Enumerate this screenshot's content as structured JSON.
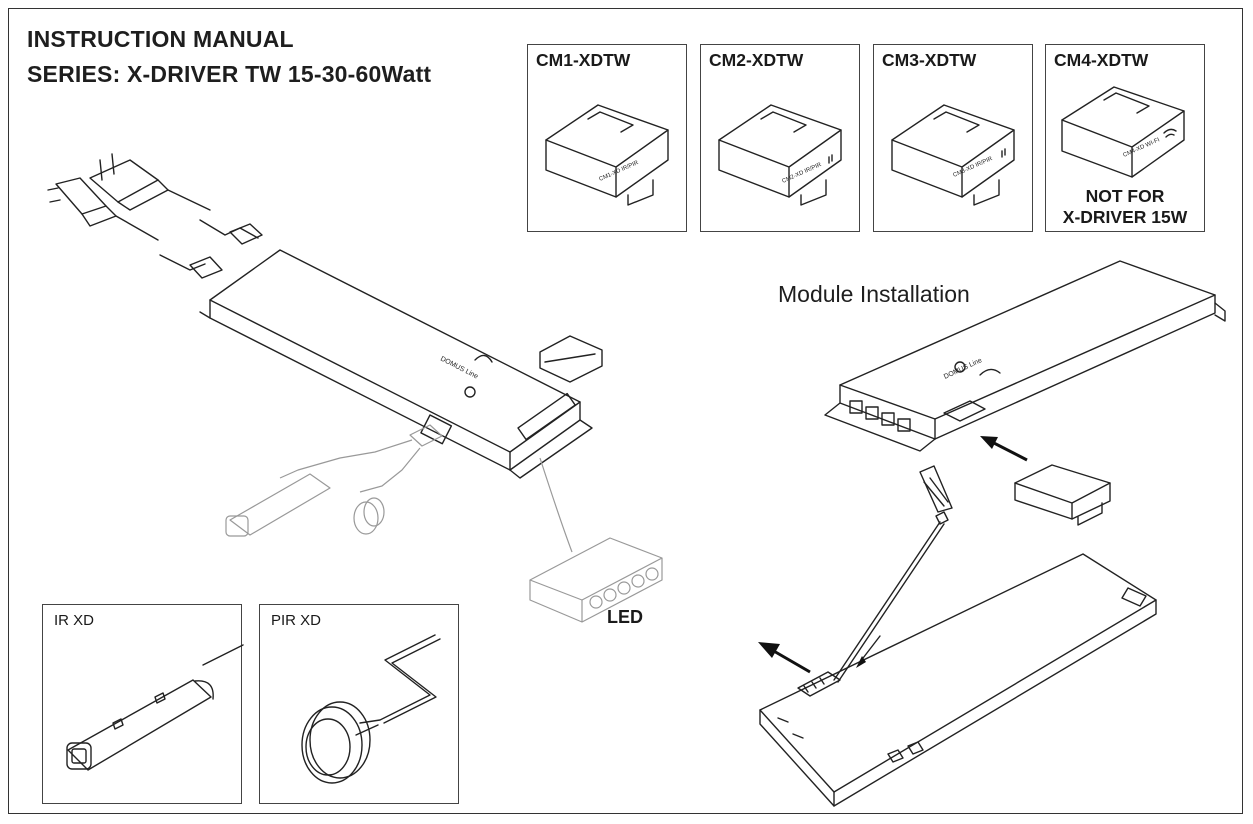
{
  "header": {
    "title": "INSTRUCTION MANUAL",
    "series": "SERIES: X-DRIVER TW 15-30-60Watt"
  },
  "modules": [
    {
      "name": "CM1-XDTW",
      "label": "CM1-XD IR/PIR",
      "note": ""
    },
    {
      "name": "CM2-XDTW",
      "label": "CM2-XD IR/PIR",
      "note": ""
    },
    {
      "name": "CM3-XDTW",
      "label": "CM3-XD IR/PIR",
      "note": ""
    },
    {
      "name": "CM4-XDTW",
      "label": "CM4-XD WI-FI",
      "note_line1": "NOT FOR",
      "note_line2": "X-DRIVER 15W"
    }
  ],
  "driver_label": "DOMUS Line",
  "led_label": "LED",
  "sensors": [
    {
      "name": "IR XD"
    },
    {
      "name": "PIR XD"
    }
  ],
  "installation": {
    "heading": "Module Installation"
  }
}
